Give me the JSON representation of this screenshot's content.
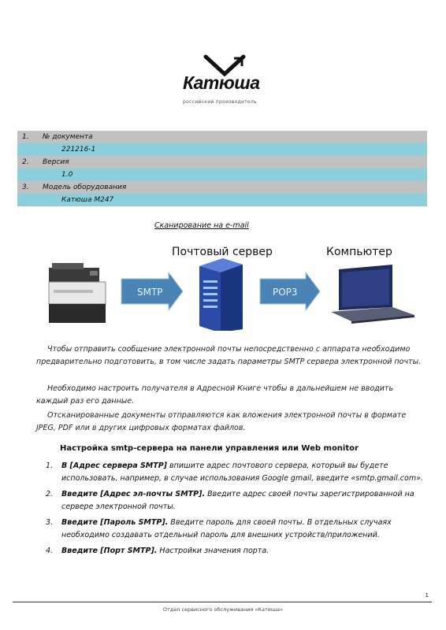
{
  "logo": {
    "word": "Катюша",
    "subtitle": "российский производитель"
  },
  "info_table": [
    {
      "num": "1.",
      "label": "№ документа",
      "value": "221216-1"
    },
    {
      "num": "2.",
      "label": "Версия",
      "value": "1.0"
    },
    {
      "num": "3.",
      "label": "Модель оборудования",
      "value": "Катюша М247"
    }
  ],
  "doc_title": "Сканирование на e-mail",
  "diagram": {
    "server_label": "Почтовый сервер",
    "computer_label": "Компьютер",
    "arrow1": "SMTP",
    "arrow2": "POP3"
  },
  "paragraphs": [
    "Чтобы отправить сообщение электронной почты непосредственно с аппарата необходимо предварительно подготовить, в том числе задать параметры SMTP сервера электронной почты.",
    "Необходимо настроить получателя в Адресной Книге чтобы в дальнейшем не вводить каждый раз его данные.",
    "Отсканированные документы отправляются как вложения электронной почты в формате JPEG, PDF или в других цифровых форматах файлов."
  ],
  "section_heading": "Настройка smtp-сервера на панели управления или Web monitor",
  "steps": [
    {
      "num": "1.",
      "bold": "В [Адрес сервера SMTP]",
      "text": " впишите адрес почтового сервера, который вы будете использовать, например, в случае использования Google gmail, введите «smtp.gmail.com»."
    },
    {
      "num": "2.",
      "bold": "Введите [Адрес эл-почты SMTP].",
      "text": " Введите адрес своей почты зарегистрированной на сервере электронной почты."
    },
    {
      "num": "3.",
      "bold": "Введите [Пароль SMTP].",
      "text": " Введите пароль для своей почты. В отдельных случаях необходимо создавать отдельный пароль для внешних устройств/приложений."
    },
    {
      "num": "4.",
      "bold": "Введите [Порт SMTP].",
      "text": " Настройки значения порта."
    }
  ],
  "page_number": "1",
  "footer": "Отдел сервисного обслуживания «Катюша»"
}
